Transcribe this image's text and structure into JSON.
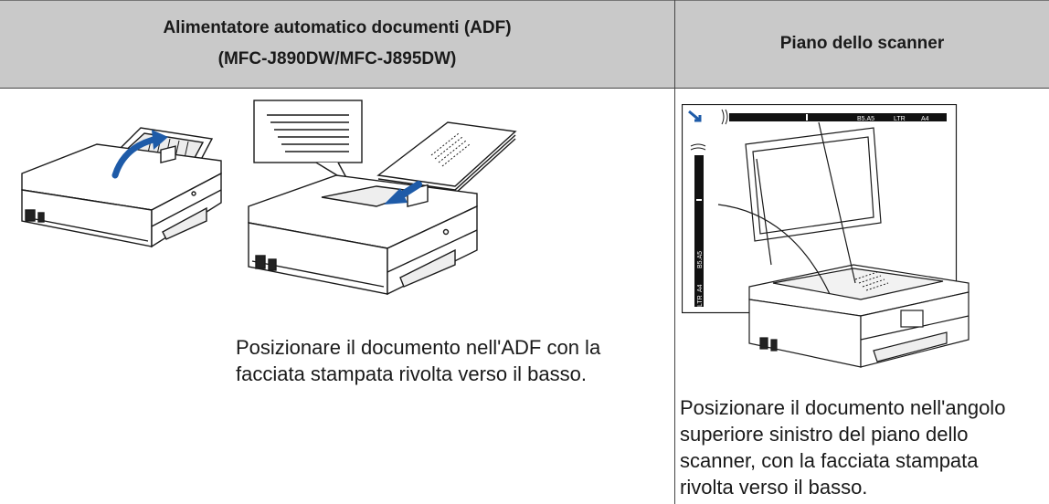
{
  "table": {
    "headers": {
      "adf_line1": "Alimentatore automatico documenti (ADF)",
      "adf_line2": "(MFC-J890DW/MFC-J895DW)",
      "scanner": "Piano dello scanner"
    },
    "adf_caption": [
      "Posizionare il documento nell'ADF con la",
      "facciata stampata rivolta verso il basso."
    ],
    "scanner_caption": [
      "Posizionare il documento nell'angolo",
      "superiore sinistro del piano dello",
      "scanner, con la facciata stampata",
      "rivolta verso il basso."
    ],
    "guide_labels": {
      "b5": "B5.A5",
      "ltr": "LTR",
      "a4": "A4"
    }
  },
  "colors": {
    "header_bg": "#c9c9c9",
    "arrow_blue": "#1e5ba8"
  }
}
